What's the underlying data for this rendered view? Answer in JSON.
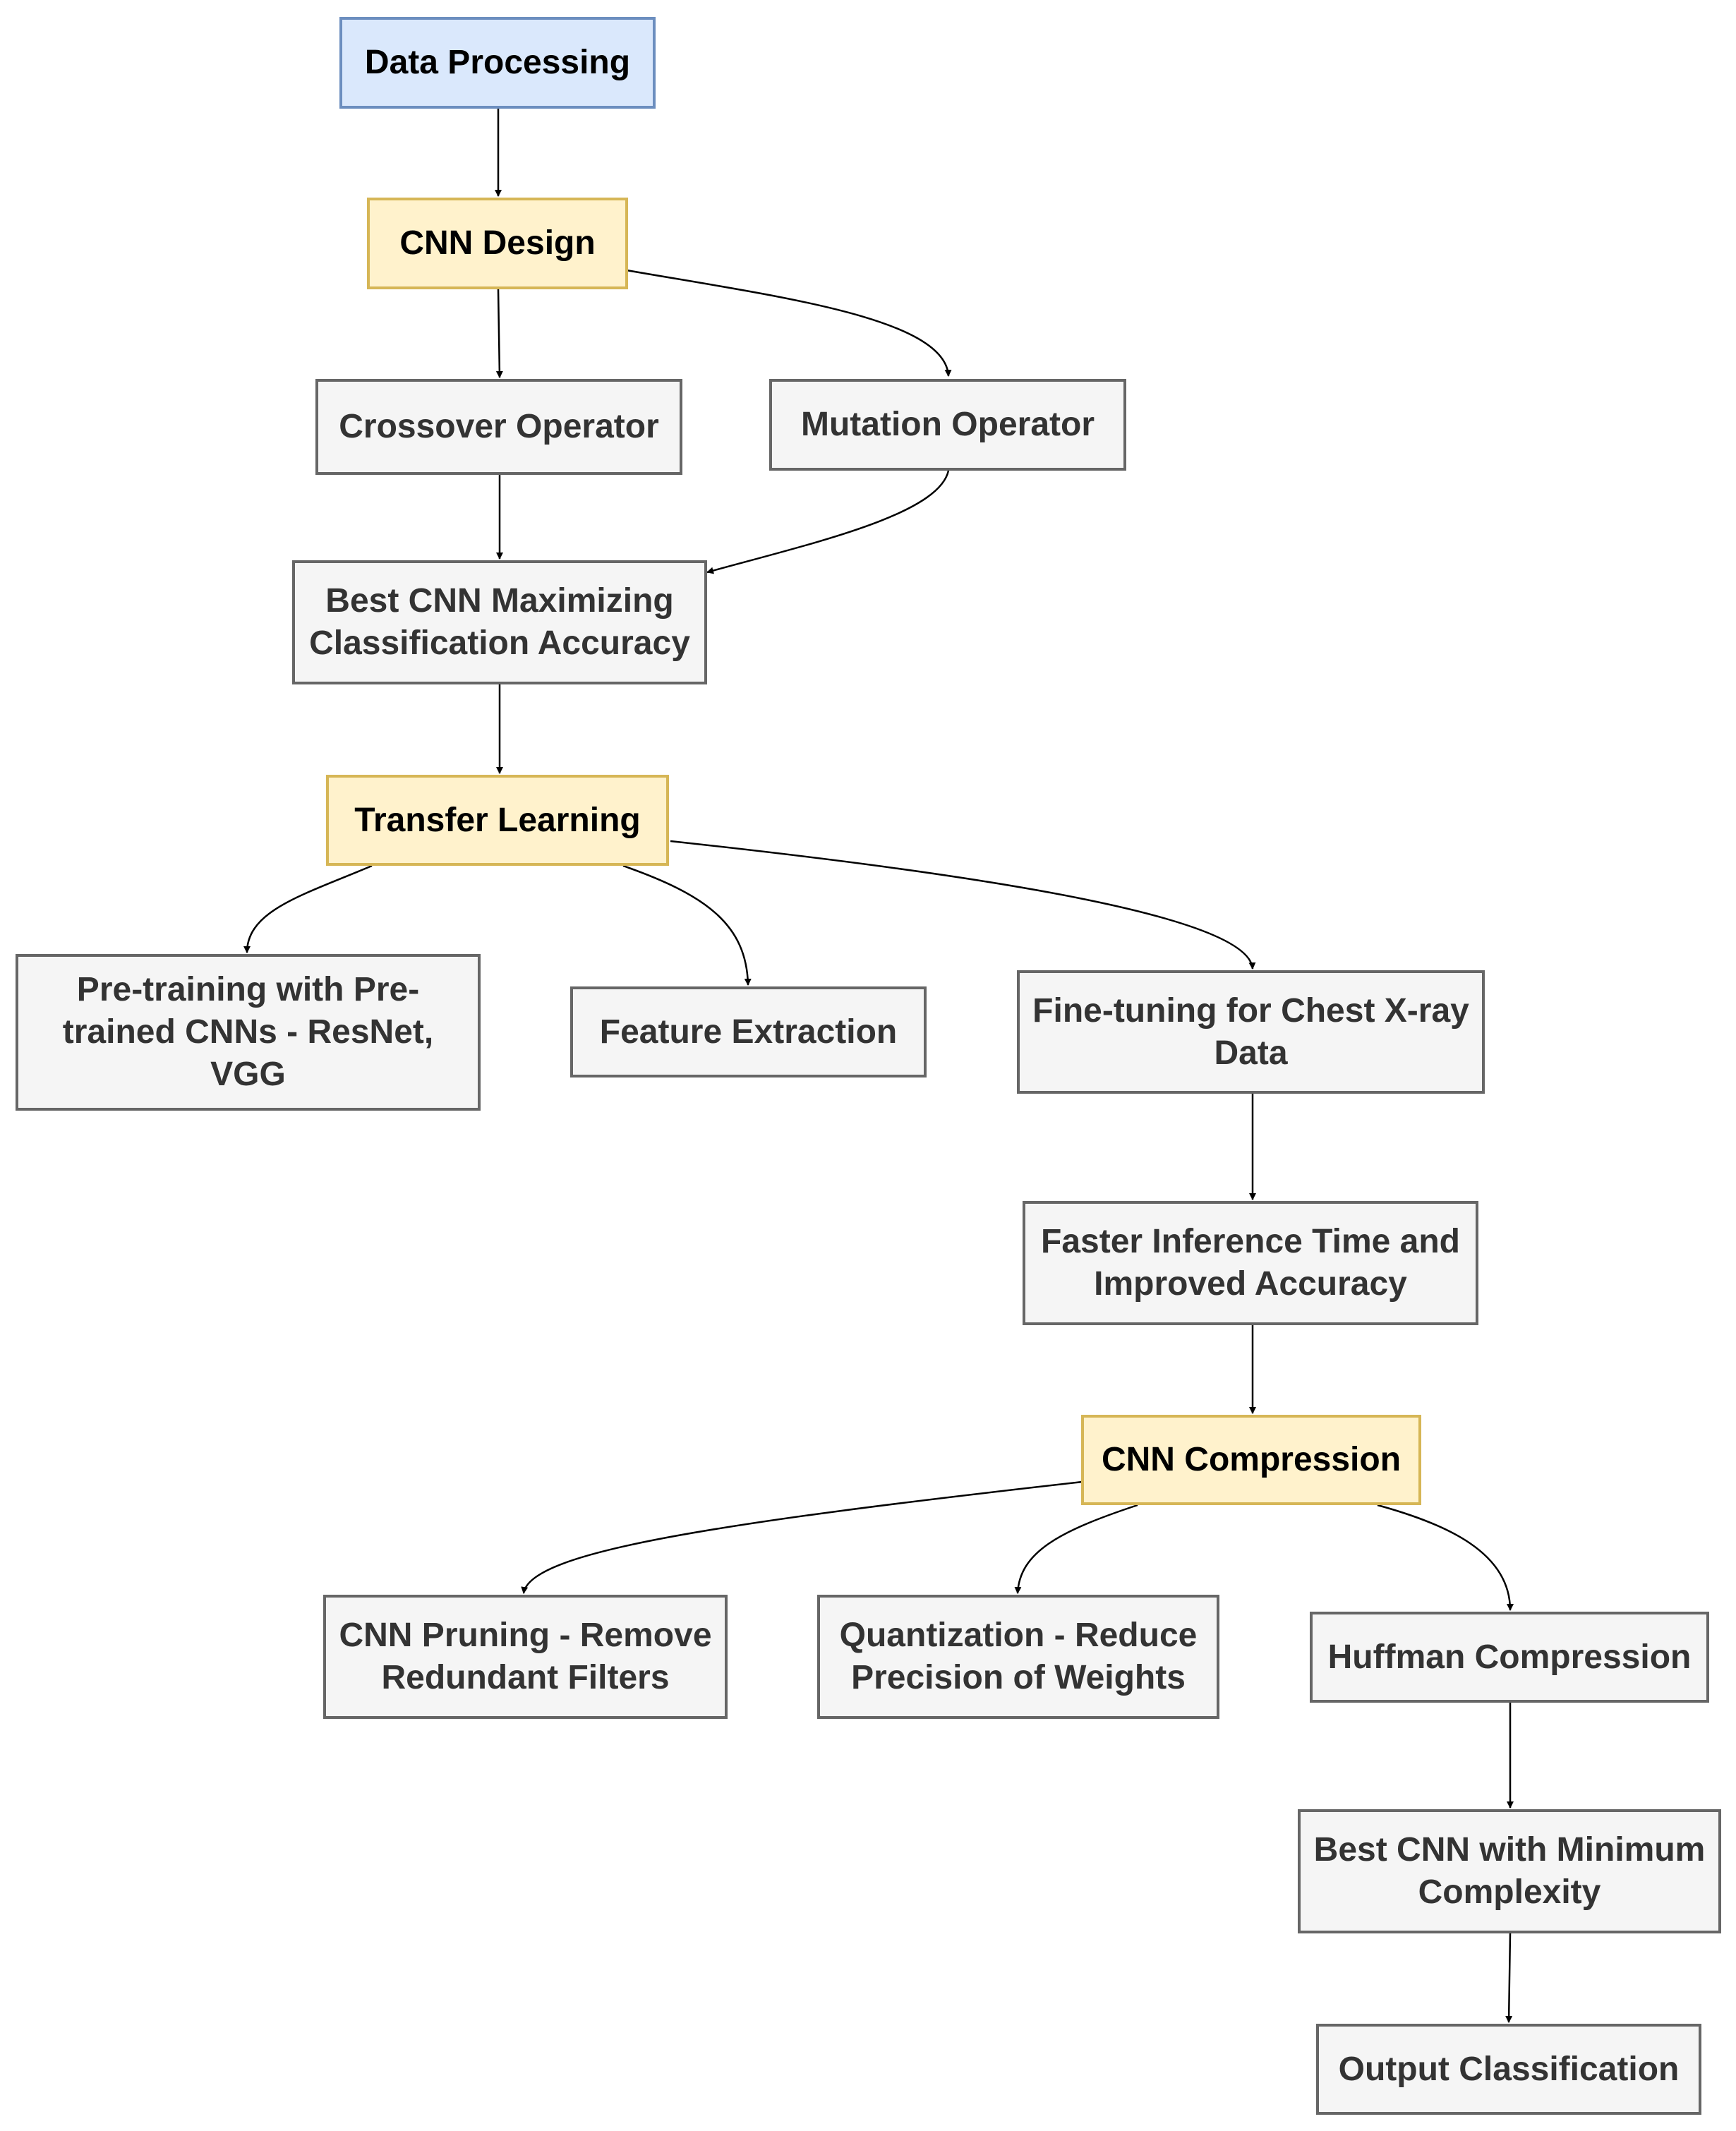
{
  "nodes": {
    "data_processing": "Data Processing",
    "cnn_design": "CNN Design",
    "crossover_operator": "Crossover Operator",
    "mutation_operator": "Mutation Operator",
    "best_cnn_accuracy": "Best CNN Maximizing Classification Accuracy",
    "transfer_learning": "Transfer Learning",
    "pretraining": "Pre-training with Pre-trained CNNs - ResNet, VGG",
    "feature_extraction": "Feature Extraction",
    "fine_tuning": "Fine-tuning for Chest X-ray Data",
    "faster_inference": "Faster Inference Time and Improved Accuracy",
    "cnn_compression": "CNN Compression",
    "cnn_pruning": "CNN Pruning - Remove Redundant Filters",
    "quantization": "Quantization - Reduce Precision of Weights",
    "huffman_compression": "Huffman Compression",
    "best_cnn_complexity": "Best CNN with Minimum Complexity",
    "output_classification": "Output Classification"
  },
  "edges": [
    {
      "from": "data_processing",
      "to": "cnn_design"
    },
    {
      "from": "cnn_design",
      "to": "crossover_operator"
    },
    {
      "from": "cnn_design",
      "to": "mutation_operator"
    },
    {
      "from": "crossover_operator",
      "to": "best_cnn_accuracy"
    },
    {
      "from": "mutation_operator",
      "to": "best_cnn_accuracy"
    },
    {
      "from": "best_cnn_accuracy",
      "to": "transfer_learning"
    },
    {
      "from": "transfer_learning",
      "to": "pretraining"
    },
    {
      "from": "transfer_learning",
      "to": "feature_extraction"
    },
    {
      "from": "transfer_learning",
      "to": "fine_tuning"
    },
    {
      "from": "fine_tuning",
      "to": "faster_inference"
    },
    {
      "from": "faster_inference",
      "to": "cnn_compression"
    },
    {
      "from": "cnn_compression",
      "to": "cnn_pruning"
    },
    {
      "from": "cnn_compression",
      "to": "quantization"
    },
    {
      "from": "cnn_compression",
      "to": "huffman_compression"
    },
    {
      "from": "huffman_compression",
      "to": "best_cnn_complexity"
    },
    {
      "from": "best_cnn_complexity",
      "to": "output_classification"
    }
  ],
  "colors": {
    "start_fill": "#dae8fc",
    "start_stroke": "#6c8ebf",
    "stage_fill": "#fff2cc",
    "stage_stroke": "#d6b656",
    "step_fill": "#f5f5f5",
    "step_stroke": "#666666",
    "edge": "#000000"
  }
}
